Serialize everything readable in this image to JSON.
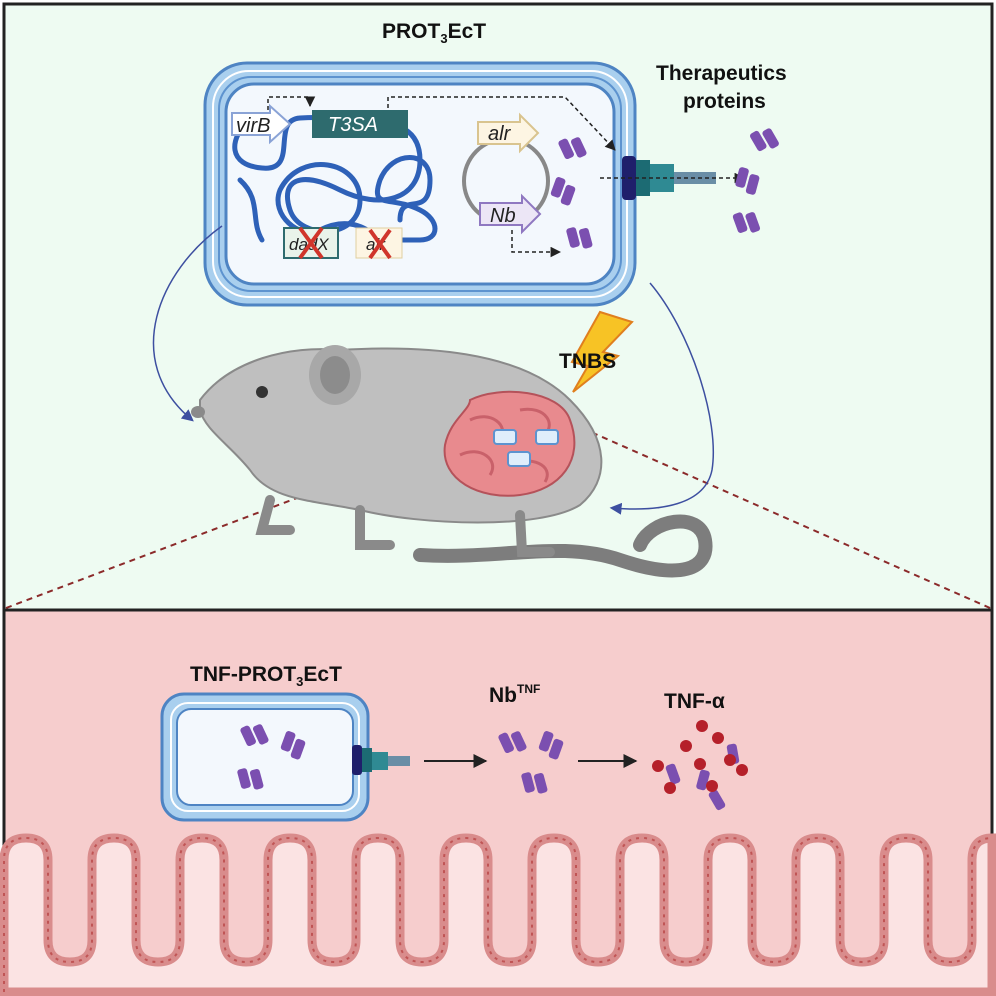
{
  "labels": {
    "system_title_main": "PROT",
    "system_title_sub": "3",
    "system_title_end": "EcT",
    "therapeutics_line1": "Therapeutics",
    "therapeutics_line2": "proteins",
    "tnbs": "TNBS",
    "tnf_system_main": "TNF-PROT",
    "tnf_system_sub": "3",
    "tnf_system_end": "EcT",
    "nb_main": "Nb",
    "nb_sup": "TNF",
    "tnf_alpha": "TNF-α"
  },
  "genes": {
    "virB": "virB",
    "t3sa": "T3SA",
    "alr": "alr",
    "nb": "Nb",
    "dadX": "dadX",
    "alr_deleted": "alr"
  },
  "colors": {
    "top_bg": "#eefbf2",
    "bottom_bg": "#f6cdcd",
    "membrane": "#5d93cf",
    "chromosome": "#2e61b8",
    "t3sa_box": "#2e6b6e",
    "nanobody": "#7b4fb0",
    "tnf": "#b5202a",
    "deletion": "#d0352b",
    "lightning": "#f7c325",
    "villi": "#d98c8c"
  }
}
